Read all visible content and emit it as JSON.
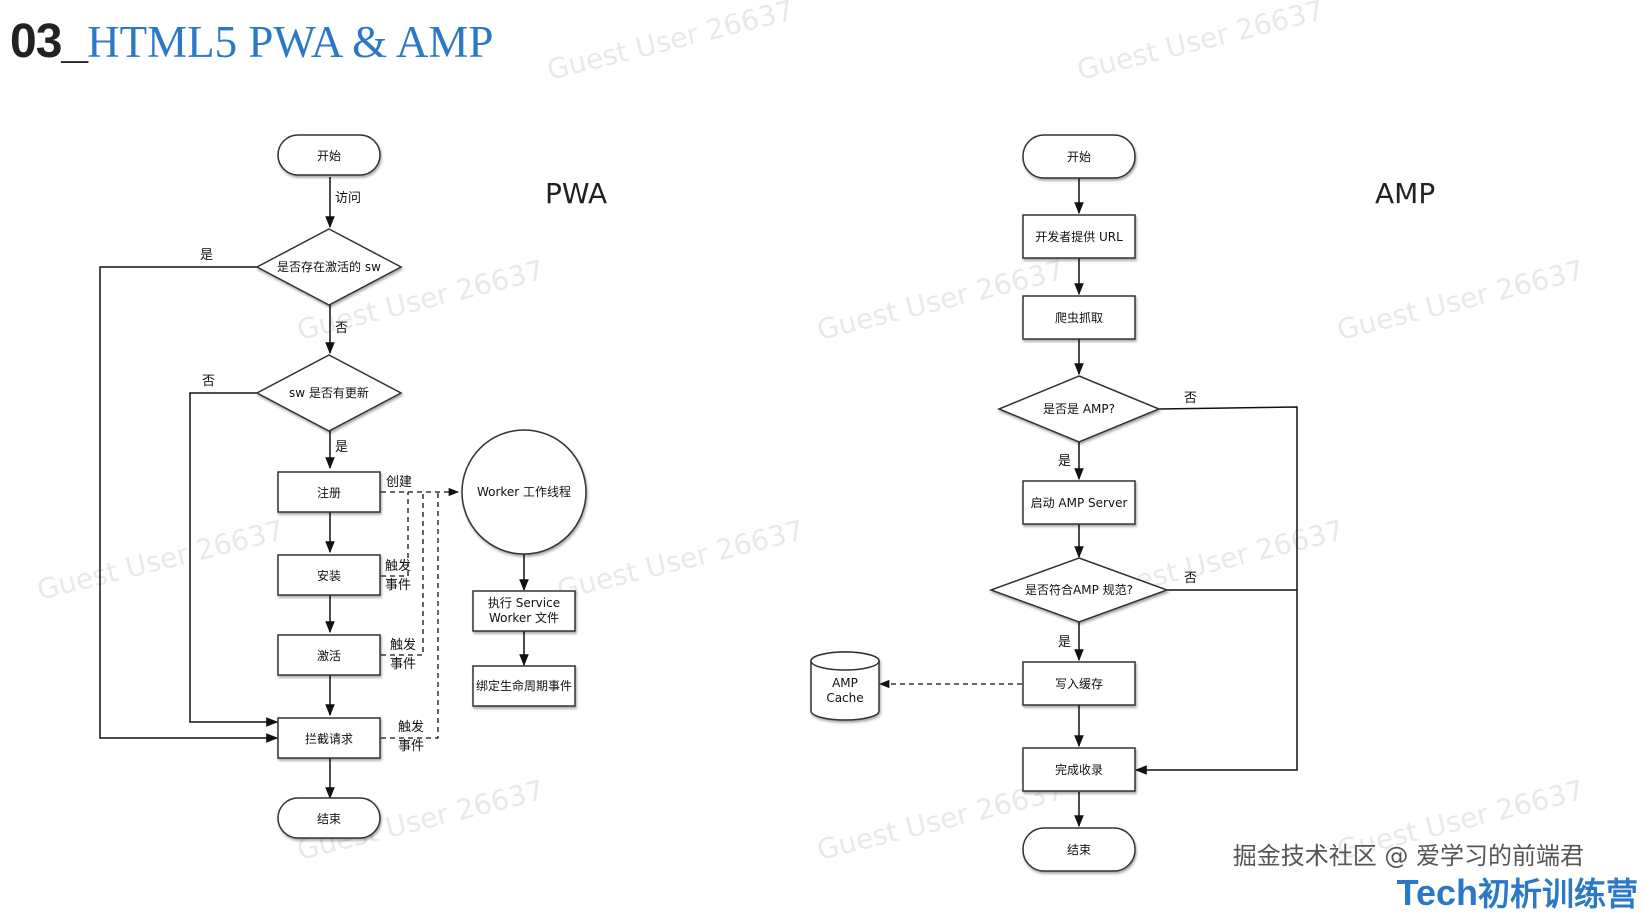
{
  "header": {
    "number": "03_",
    "title": "HTML5 PWA & AMP"
  },
  "watermark": "Guest User 26637",
  "pwa": {
    "label": "PWA",
    "nodes": {
      "start": "开始",
      "check_sw": "是否存在激活的 sw",
      "sw_update": "sw 是否有更新",
      "register": "注册",
      "install": "安装",
      "activate": "激活",
      "intercept": "拦截请求",
      "end": "结束",
      "worker_thread": "Worker 工作线程",
      "exec_sw_line1": "执行 Service",
      "exec_sw_line2": "Worker 文件",
      "bind_events": "绑定生命周期事件"
    },
    "edges": {
      "visit": "访问",
      "yes": "是",
      "no": "否",
      "create": "创建",
      "trigger_line1": "触发",
      "trigger_line2": "事件"
    }
  },
  "amp": {
    "label": "AMP",
    "nodes": {
      "start": "开始",
      "provide_url": "开发者提供 URL",
      "crawl": "爬虫抓取",
      "is_amp": "是否是 AMP?",
      "start_server": "启动 AMP Server",
      "conforms": "是否符合AMP 规范?",
      "write_cache": "写入缓存",
      "complete": "完成收录",
      "end": "结束",
      "cache_line1": "AMP",
      "cache_line2": "Cache"
    },
    "edges": {
      "yes": "是",
      "no": "否"
    }
  },
  "footer": {
    "credit": "掘金技术社区 @ 爱学习的前端君",
    "brand_tech": "Tech",
    "brand_cn": "初析训练营"
  }
}
